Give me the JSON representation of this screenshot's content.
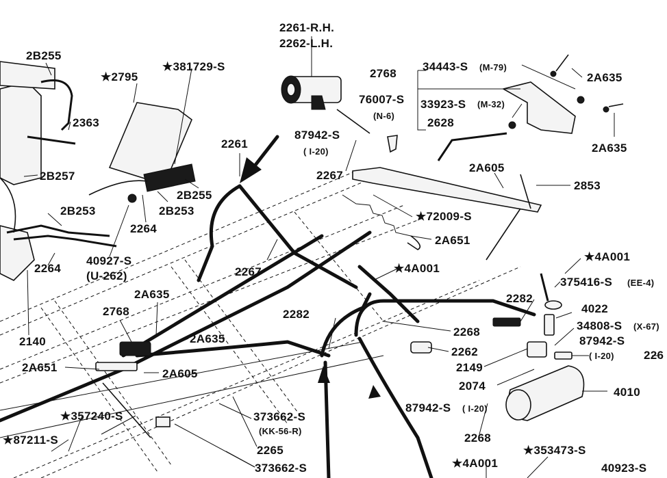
{
  "labels": {
    "l_2b255_top": "2B255",
    "l_2363": "2363",
    "l_2b257": "2B257",
    "l_2b253_left": "2B253",
    "l_2264_left": "2264",
    "l_2140": "2140",
    "l_2795": "★2795",
    "l_381729": "★381729-S",
    "l_2b255_mid": "2B255",
    "l_2b253_mid": "2B253",
    "l_2264_mid": "2264",
    "l_40927": "40927-S",
    "l_u262": "(U-262)",
    "l_2261_mid": "2261",
    "l_87942_a": "87942-S",
    "l_120_a": "( I-20)",
    "l_2267_a": "2267",
    "l_2267_b": "2267",
    "l_2261_rh": "2261-R.H.",
    "l_2262_lh": "2262-L.H.",
    "l_2768_top": "2768",
    "l_34443": "34443-S",
    "l_m79": "(M-79)",
    "l_33923": "33923-S",
    "l_m32": "(M-32)",
    "l_2628": "2628",
    "l_76007": "76007-S",
    "l_n6": "(N-6)",
    "l_2a635_tr1": "2A635",
    "l_2a635_tr2": "2A635",
    "l_2a605_top": "2A605",
    "l_2853": "2853",
    "l_72009": "★72009-S",
    "l_2a651_mid": "2A651",
    "l_4a001_mid": "★4A001",
    "l_4a001_r": "★4A001",
    "l_375416": "375416-S",
    "l_ee4": "(EE-4)",
    "l_2282_r": "2282",
    "l_4022": "4022",
    "l_34808": "34808-S",
    "l_x67": "(X-67)",
    "l_87942_b": "87942-S",
    "l_120_b": "( I-20)",
    "l_226": "226",
    "l_2a635_l": "2A635",
    "l_2768_l": "2768",
    "l_2a635_m": "2A635",
    "l_2a651_l": "2A651",
    "l_2a605_l": "2A605",
    "l_2282_m": "2282",
    "l_2268_m": "2268",
    "l_2262_m": "2262",
    "l_2149": "2149",
    "l_2074": "2074",
    "l_4010": "4010",
    "l_87942_c": "87942-S",
    "l_120_c": "( I-20)",
    "l_2268_b": "2268",
    "l_357240": "★357240-S",
    "l_87211": "★87211-S",
    "l_373662_a": "373662-S",
    "l_kk56": "(KK-56-R)",
    "l_2265": "2265",
    "l_373662_b": "373662-S",
    "l_4a001_b": "★4A001",
    "l_353473": "★353473-S",
    "l_40923": "40923-S"
  }
}
